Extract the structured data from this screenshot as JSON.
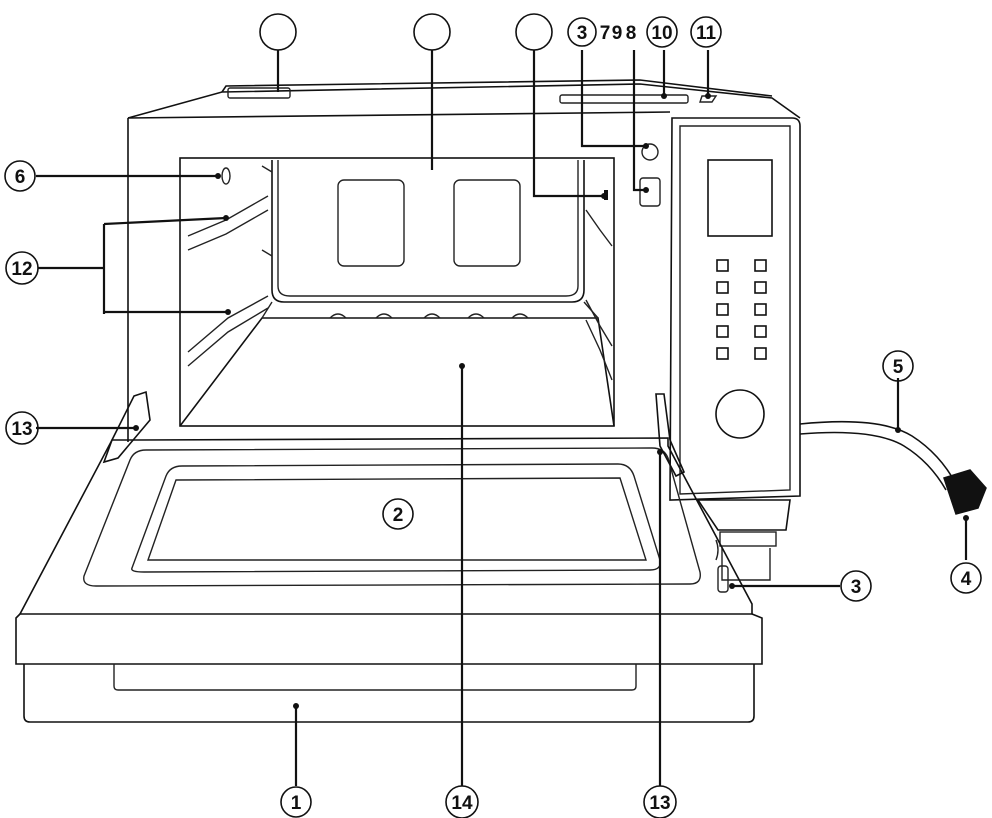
{
  "diagram": {
    "callouts": {
      "c1": "1",
      "c2": "2",
      "c3_right": "3",
      "c3_top": "3",
      "c4": "4",
      "c5": "5",
      "c6": "6",
      "c12": "12",
      "c13_left": "13",
      "c13_bottom": "13",
      "c14": "14",
      "top_row": [
        "3",
        "7",
        "9",
        "8",
        "10",
        "11"
      ]
    },
    "colors": {
      "line": "#111111",
      "background": "#ffffff"
    }
  }
}
